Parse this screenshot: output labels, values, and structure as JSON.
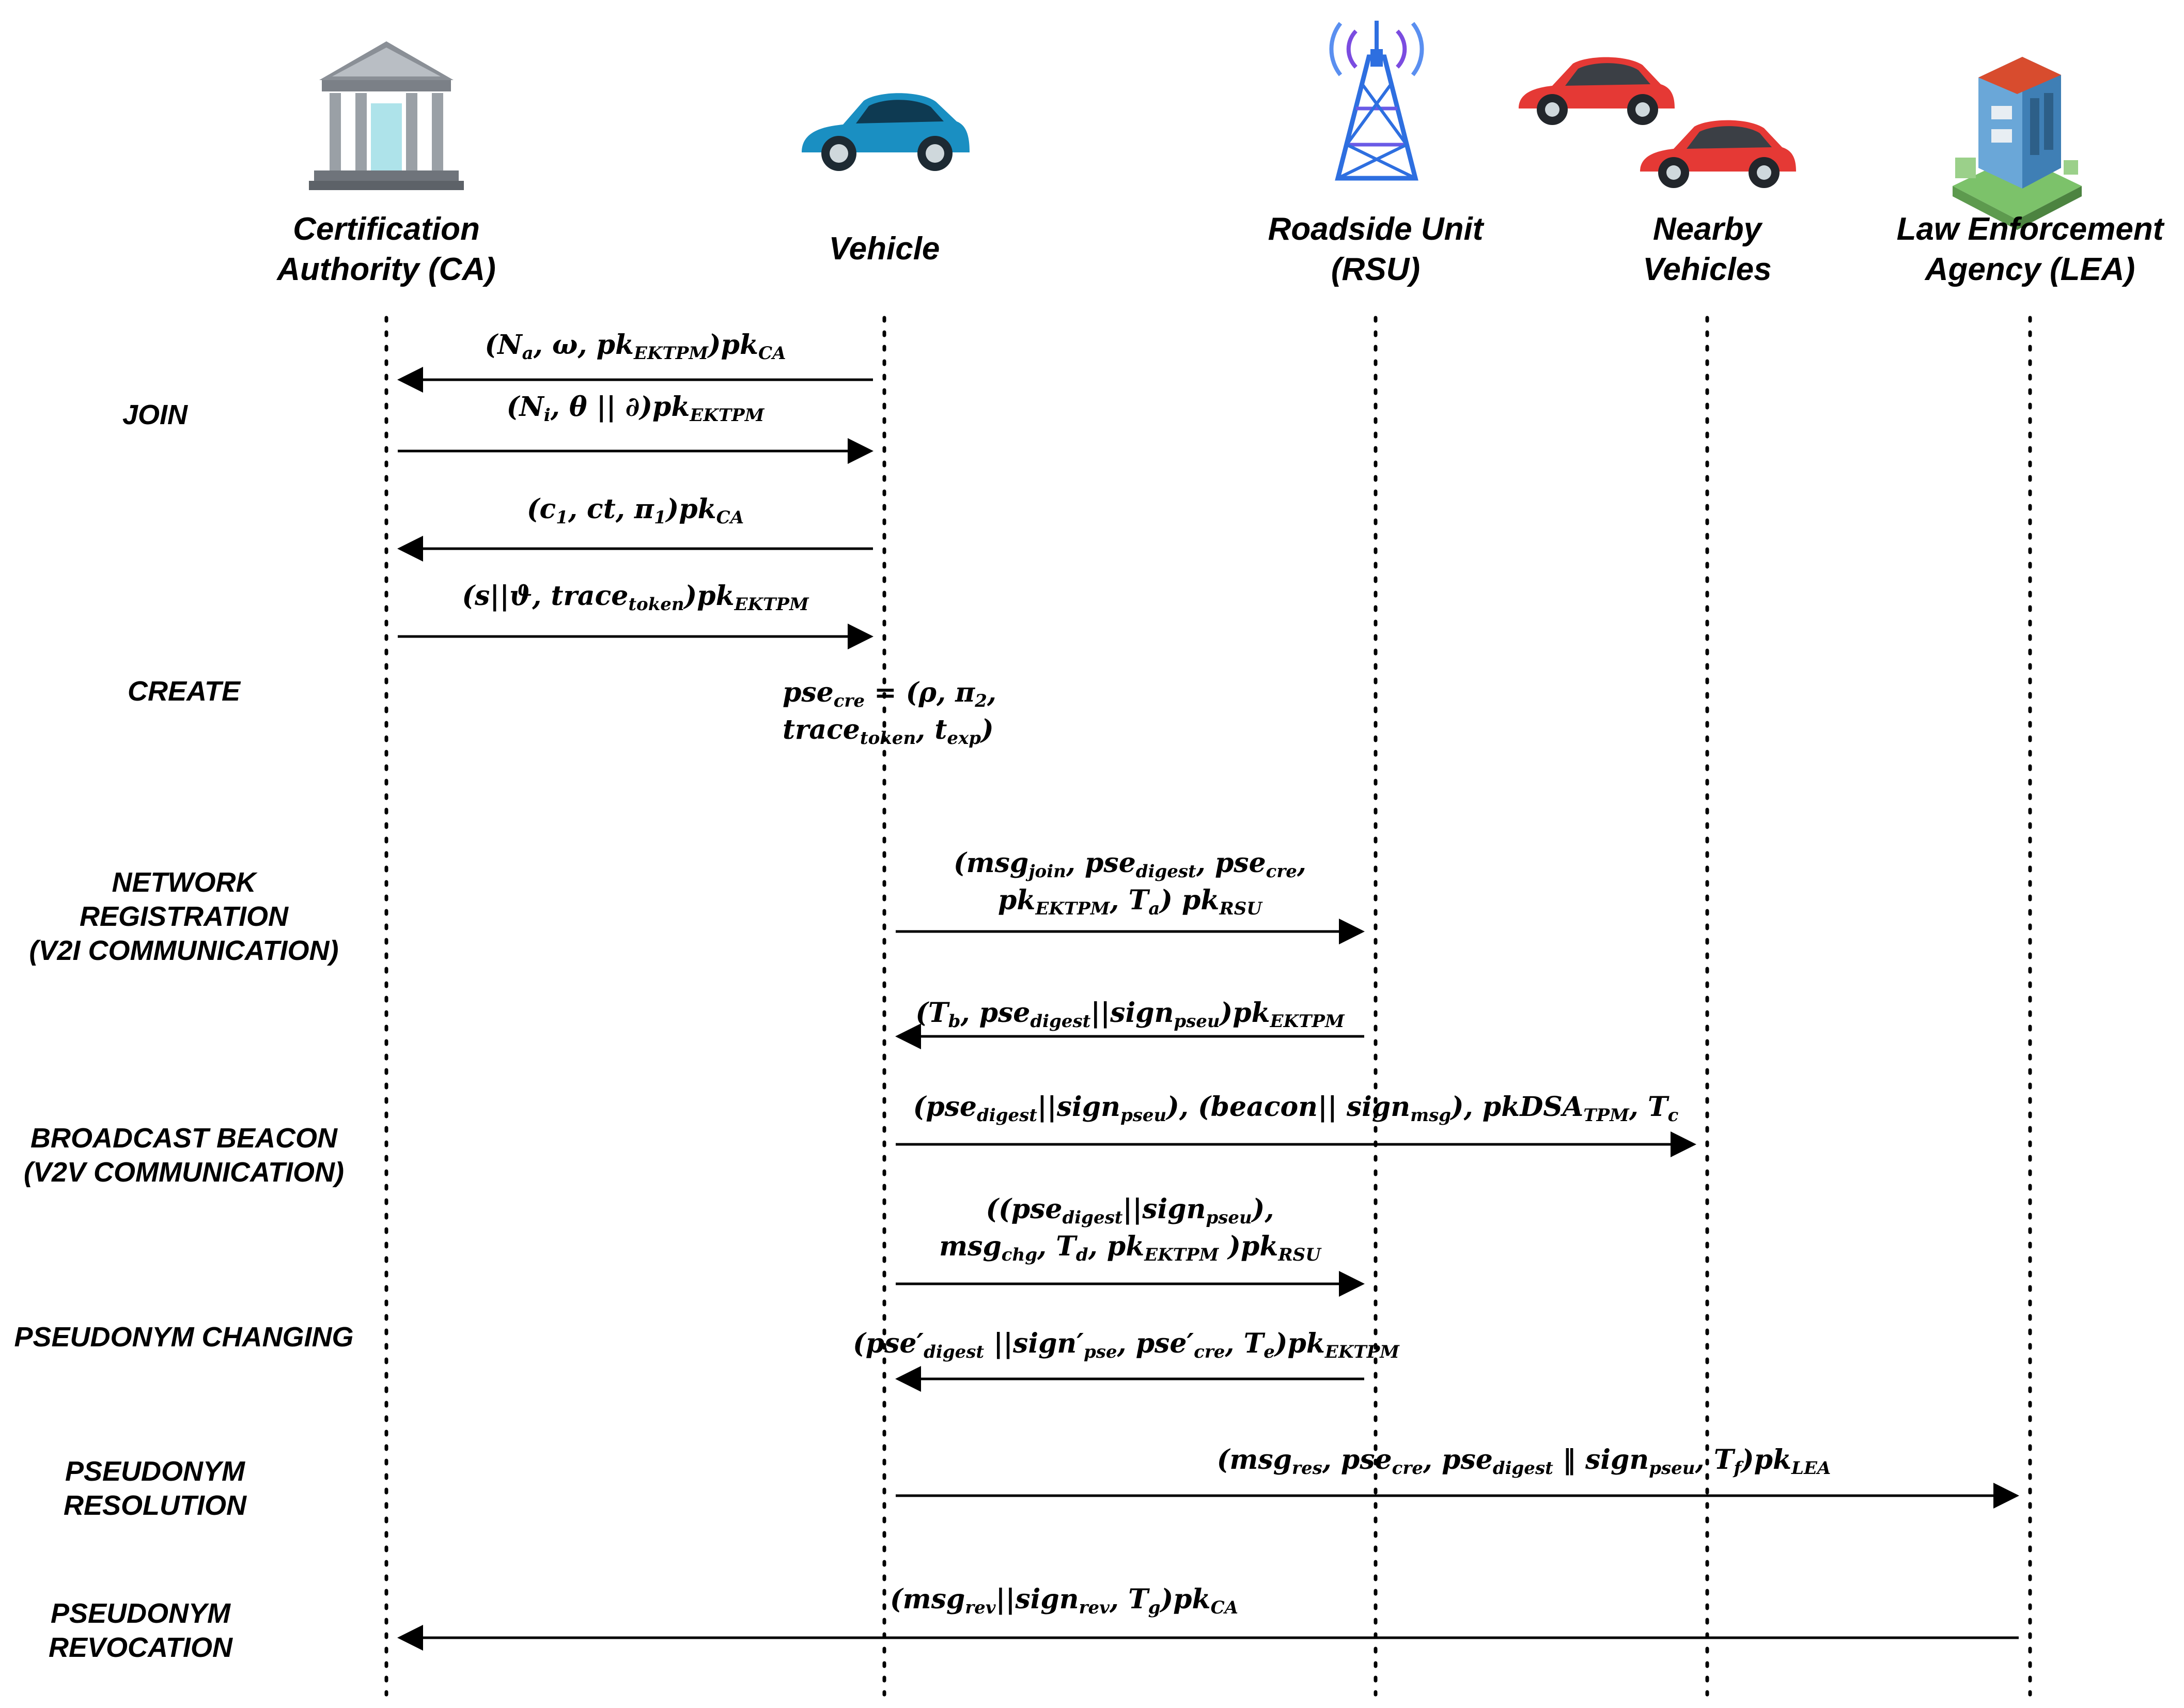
{
  "actors": [
    {
      "id": "ca",
      "icon": "bank-building-icon",
      "label_lines": [
        "Certification",
        "Authority (CA)"
      ]
    },
    {
      "id": "vehicle",
      "icon": "blue-car-icon",
      "label_lines": [
        "Vehicle"
      ]
    },
    {
      "id": "rsu",
      "icon": "radio-tower-icon",
      "label_lines": [
        "Roadside Unit",
        "(RSU)"
      ]
    },
    {
      "id": "nearby",
      "icon": "red-cars-icon",
      "label_lines": [
        "Nearby",
        "Vehicles"
      ]
    },
    {
      "id": "lea",
      "icon": "office-building-icon",
      "label_lines": [
        "Law Enforcement",
        "Agency (LEA)"
      ]
    }
  ],
  "phases": [
    {
      "id": "join",
      "label_lines": [
        "JOIN"
      ]
    },
    {
      "id": "create",
      "label_lines": [
        "CREATE"
      ]
    },
    {
      "id": "network-registration",
      "label_lines": [
        "NETWORK",
        "REGISTRATION",
        "(V2I COMMUNICATION)"
      ]
    },
    {
      "id": "broadcast-beacon",
      "label_lines": [
        "BROADCAST BEACON",
        "(V2V COMMUNICATION)"
      ]
    },
    {
      "id": "pseudonym-changing",
      "label_lines": [
        "PSEUDONYM CHANGING"
      ]
    },
    {
      "id": "pseudonym-resolution",
      "label_lines": [
        "PSEUDONYM",
        "RESOLUTION"
      ]
    },
    {
      "id": "pseudonym-revocation",
      "label_lines": [
        "PSEUDONYM",
        "REVOCATION"
      ]
    }
  ],
  "messages": [
    {
      "id": "m1",
      "from": "vehicle",
      "to": "ca",
      "label_lines": [
        "(N<sub>a</sub>, ω, pk<sub>EKTPM</sub>)pk<sub>CA</sub>"
      ]
    },
    {
      "id": "m2",
      "from": "ca",
      "to": "vehicle",
      "label_lines": [
        "(N<sub>i</sub>, θ || ∂)pk<sub>EKTPM</sub>"
      ]
    },
    {
      "id": "m3",
      "from": "vehicle",
      "to": "ca",
      "label_lines": [
        "(c<sub>1</sub>, ct, π<sub>1</sub>)pk<sub>CA</sub>"
      ]
    },
    {
      "id": "m4",
      "from": "ca",
      "to": "vehicle",
      "label_lines": [
        "(s||ϑ, trace<sub>token</sub>)pk<sub>EKTPM</sub>"
      ]
    },
    {
      "id": "m5",
      "from": "vehicle",
      "to": "rsu",
      "label_lines": [
        "(msg<sub>join</sub>, pse<sub>digest</sub>, pse<sub>cre</sub>,",
        "pk<sub>EKTPM</sub>, T<sub>a</sub>) pk<sub>RSU</sub>"
      ]
    },
    {
      "id": "m6",
      "from": "rsu",
      "to": "vehicle",
      "label_lines": [
        "(T<sub>b</sub>, pse<sub>digest</sub>||sign<sub>pseu</sub>)pk<sub>EKTPM</sub>"
      ]
    },
    {
      "id": "m7",
      "from": "vehicle",
      "to": "nearby",
      "label_lines": [
        "(pse<sub>digest</sub>||sign<sub>pseu</sub>), (beacon|| sign<sub>msg</sub>), pkDSA<sub>TPM</sub>, T<sub>c</sub>"
      ]
    },
    {
      "id": "m8",
      "from": "vehicle",
      "to": "rsu",
      "label_lines": [
        "((pse<sub>digest</sub>||sign<sub>pseu</sub>),",
        "msg<sub>chg</sub>, T<sub>d</sub>, pk<sub>EKTPM</sub> )pk<sub>RSU</sub>"
      ]
    },
    {
      "id": "m9",
      "from": "rsu",
      "to": "vehicle",
      "label_lines": [
        "(pse′<sub>digest</sub> ||sign′<sub>pse</sub>, pse′<sub>cre</sub>, T<sub>e</sub>)pk<sub>EKTPM</sub>"
      ]
    },
    {
      "id": "m10",
      "from": "vehicle",
      "to": "lea",
      "label_lines": [
        "(msg<sub>res</sub>, pse<sub>cre</sub>, pse<sub>digest</sub> ‖ sign<sub>pseu</sub>, T<sub>f</sub>)pk<sub>LEA</sub>"
      ]
    },
    {
      "id": "m11",
      "from": "lea",
      "to": "ca",
      "label_lines": [
        "(msg<sub>rev</sub>||sign<sub>rev</sub>, T<sub>g</sub>)pk<sub>CA</sub>"
      ]
    }
  ],
  "notes": [
    {
      "id": "pse-cre-note",
      "label_lines": [
        "pse<sub>cre</sub> = (ρ, π<sub>2</sub>,",
        "trace<sub>token</sub>, t<sub>exp</sub>)"
      ]
    }
  ],
  "colors": {
    "line": "#000000",
    "car_blue": "#1a8fc2",
    "car_red": "#e53935",
    "tower_blue": "#2e6fe0"
  }
}
